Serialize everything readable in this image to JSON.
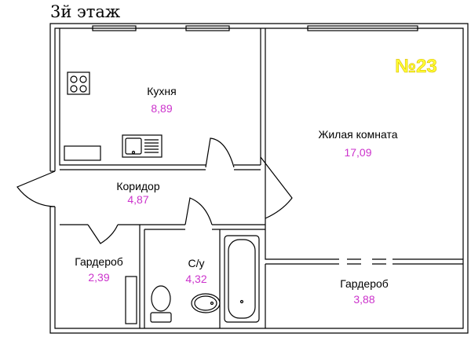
{
  "floor_label": "3й этаж",
  "apartment_number": "№23",
  "rooms": [
    {
      "name": "Кухня",
      "area": "8,89"
    },
    {
      "name": "Жилая комната",
      "area": "17,09"
    },
    {
      "name": "Коридор",
      "area": "4,87"
    },
    {
      "name": "Гардероб",
      "area": "2,39"
    },
    {
      "name": "С/у",
      "area": "4,32"
    },
    {
      "name": "Гардероб",
      "area": "3,88"
    }
  ]
}
